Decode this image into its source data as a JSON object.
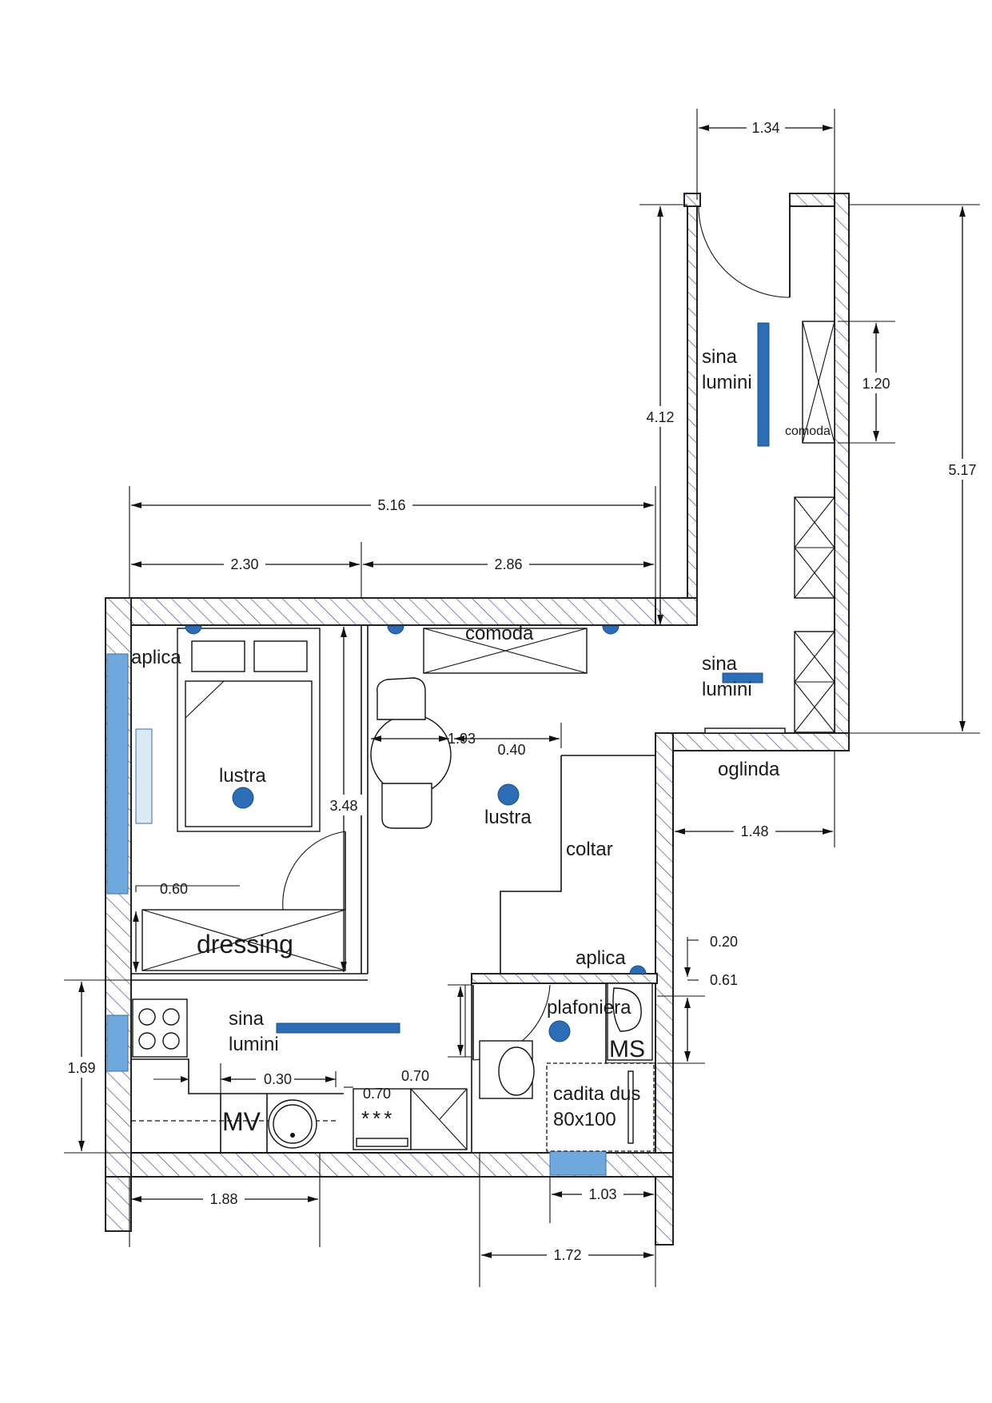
{
  "colors": {
    "wall_hatch": "#3b4a8a",
    "window_blue": "#6fa8dc",
    "fixture_blue": "#2d6db5"
  },
  "room_labels": {
    "aplica_bedroom": "aplica",
    "lustra_bedroom": "lustra",
    "dressing": "dressing",
    "comoda_living": "comoda",
    "lustra_living": "lustra",
    "coltar": "coltar",
    "aplica_bath": "aplica",
    "plafoniera": "plafoniera",
    "ms": "MS",
    "cadita_line1": "cadita dus",
    "cadita_line2": "80x100",
    "sina_kitchen_1": "sina",
    "sina_kitchen_2": "lumini",
    "mv": "MV",
    "stove": "***",
    "sina_hall_1": "sina",
    "sina_hall_2": "lumini",
    "sina_corr_1": "sina",
    "sina_corr_2": "lumini",
    "comoda_corr": "comoda",
    "oglinda": "oglinda"
  },
  "dimensions": {
    "top_134": "1.34",
    "d_412": "4.12",
    "d_517": "5.17",
    "d_120": "1.20",
    "d_516": "5.16",
    "d_230": "2.30",
    "d_286": "2.86",
    "d_348": "3.48",
    "d_193": "1.93",
    "d_040": "0.40",
    "d_148": "1.48",
    "d_060": "0.60",
    "d_020": "0.20",
    "d_061": "0.61",
    "d_169": "1.69",
    "d_030": "0.30",
    "d_070a": "0.70",
    "d_070b": "0.70",
    "d_188": "1.88",
    "d_103": "1.03",
    "d_172": "1.72"
  }
}
